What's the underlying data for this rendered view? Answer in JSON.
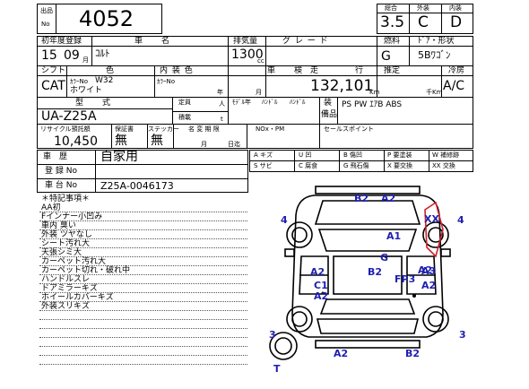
{
  "header": {
    "lot_label_top": "出品",
    "lot_label_bottom": "No",
    "lot_number": "4052",
    "score_label": "総合",
    "score_value": "3.5",
    "exterior_label": "外装",
    "exterior_value": "C",
    "interior_label": "内装",
    "interior_value": "D"
  },
  "row2": {
    "reg_label": "初年度登録",
    "model_label": "車　　名",
    "displacement_label": "排気量",
    "grade_label": "グ レ ー ド",
    "fuel_label": "燃料",
    "door_label": "ﾄﾞｱ・形状",
    "reg_year": "15",
    "reg_month": "09",
    "month_unit": "月",
    "model_name": "ｺﾙﾄ",
    "displacement": "1300",
    "cc_unit": "cc",
    "fuel": "G",
    "door_shape": "5Bﾜｺﾞﾝ"
  },
  "row3": {
    "shift_label": "シフト",
    "color_label": "色",
    "int_color_label": "内 装 色",
    "inspection_label": "車　　検",
    "mileage_label": "走　　　　行",
    "estimate_label": "推定",
    "ac_label": "冷房",
    "shift": "CAT",
    "color_no_label": "ｶﾗｰNo",
    "color_no": "W32",
    "color_name": "ホワイト",
    "int_color_no_label": "ｶﾗｰNo",
    "year_unit": "年",
    "month_unit": "月",
    "mileage": "132,101",
    "km_unit": "Km",
    "thousand_km_unit": "千Km",
    "ac": "A/C"
  },
  "row4": {
    "type_label": "型　　式",
    "type_value": "UA-Z25A",
    "capacity_label": "定員",
    "capacity_unit": "人",
    "load_label": "積載",
    "load_unit": "t",
    "model_handle_label": "ﾓﾃﾞﾙ年",
    "handle_label": "ﾊﾝﾄﾞﾙ",
    "handle_label2": "ﾊﾝﾄﾞﾙ",
    "equip_label_1": "装",
    "equip_label_2": "備品",
    "equipment": "PS PW ｴｱB ABS"
  },
  "row5": {
    "recycle_label": "リサイクル預託額",
    "warranty_label": "保証書",
    "sticker_label": "ステッカー",
    "name_change_label": "名 変 期 限",
    "nox_label": "NOx・PM",
    "sales_point_label": "セールスポイント",
    "recycle_value": "10,450",
    "warranty_value": "無",
    "sticker_value": "無",
    "month_unit": "月",
    "date_unit": "日迄"
  },
  "history": {
    "history_label": "車　歴",
    "history_value": "自家用",
    "reg_no_label": "登 録 No",
    "chassis_label": "車 台 No",
    "chassis_value": "Z25A-0046173"
  },
  "legend": {
    "a": "A キズ",
    "u": "U 凹",
    "b": "B 傷凹",
    "p": "P 要塗装",
    "w": "W 補修跡",
    "s": "S サビ",
    "c": "C 腐食",
    "g": "G 飛石傷",
    "x": "X 要交換",
    "xx": "XX 交換"
  },
  "notes": {
    "title": "＊特記事項＊",
    "lines": [
      "AA初",
      "Fインナー小凹み",
      "車内 臭い",
      "外装 ツヤなし",
      "シート汚れ大",
      "天張シミ大",
      "カーペット汚れ大",
      "カーペット切れ・破れ中",
      "ハンドルスレ",
      "ドアミラーキズ",
      "ホイールカバーキズ",
      "外装スリキズ"
    ]
  },
  "diagram": {
    "marks": {
      "b2_top": "B2",
      "a2_top": "A2",
      "xx": "XX",
      "four_left": "4",
      "four_right": "4",
      "a1": "A1",
      "g": "G",
      "a2_left": "A2",
      "b2_mid": "B2",
      "a2_mid": "A2",
      "fp3": "FP3",
      "a3": "A3",
      "c1": "C1",
      "a2_l2": "A2",
      "a2_r2": "A2",
      "three_left": "3",
      "three_right": "3",
      "a2_bottom": "A2",
      "b2_bottom": "B2",
      "t": "T"
    }
  }
}
